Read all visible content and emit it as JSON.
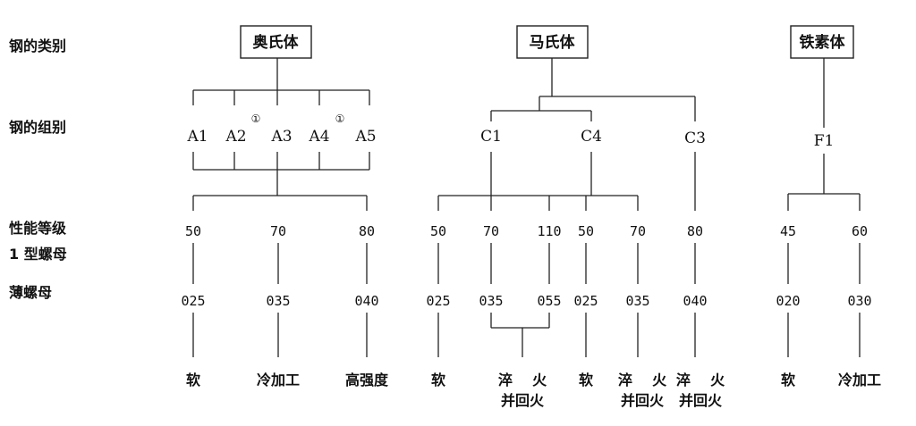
{
  "row_labels": {
    "category": "钢的类别",
    "group": "钢的组别",
    "grade": "性能等级",
    "type1_nut": "1 型螺母",
    "thin_nut": "薄螺母"
  },
  "categories": {
    "austenitic": "奥氏体",
    "martensitic": "马氏体",
    "ferritic": "铁素体"
  },
  "groups": {
    "a1": "A1",
    "a2": "A2",
    "a3": "A3",
    "a4": "A4",
    "a5": "A5",
    "c1": "C1",
    "c4": "C4",
    "c3": "C3",
    "f1": "F1"
  },
  "footnote_mark": "①",
  "grades": {
    "g1": "50",
    "g2": "70",
    "g3": "80",
    "g4": "50",
    "g5": "70",
    "g6": "110",
    "g7": "50",
    "g8": "70",
    "g9": "80",
    "g10": "45",
    "g11": "60"
  },
  "thin_grades": {
    "t1": "025",
    "t2": "035",
    "t3": "040",
    "t4": "025",
    "t5": "035",
    "t6": "055",
    "t7": "025",
    "t8": "035",
    "t9": "040",
    "t10": "020",
    "t11": "030"
  },
  "conditions": {
    "soft": "软",
    "cold_worked": "冷加工",
    "high_strength": "高强度",
    "quench": "淬    火",
    "temper": "并回火"
  }
}
